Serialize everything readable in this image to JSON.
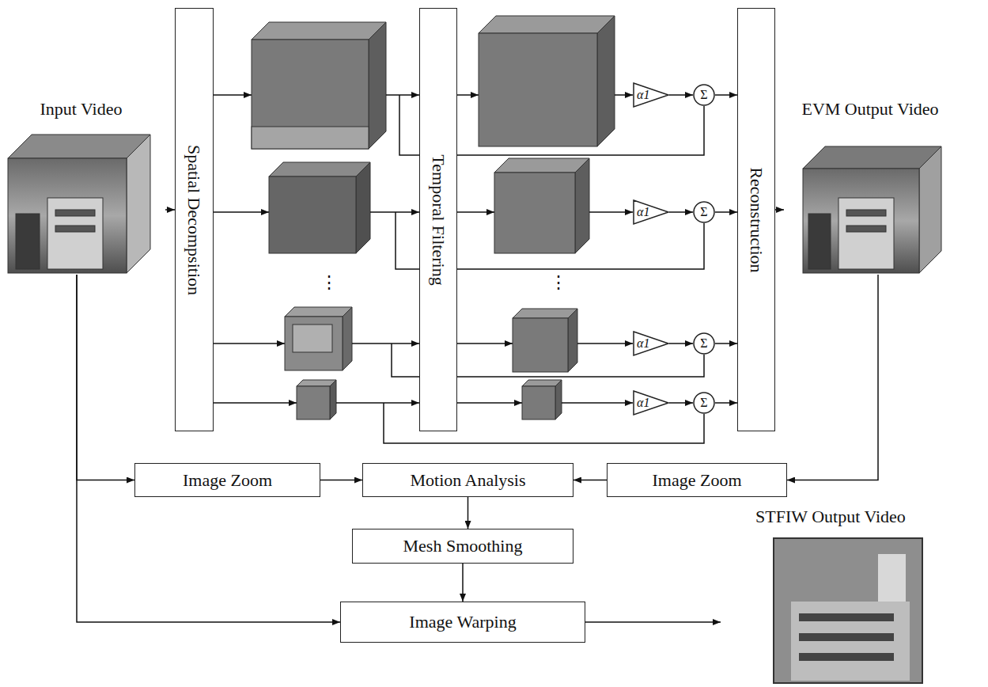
{
  "diagram": {
    "nodes": [
      {
        "text": [
          "Input Video"
        ]
      },
      {
        "text": [
          "Spatial Decompsition"
        ]
      },
      {
        "text": [
          "Temporal Filtering"
        ]
      },
      {
        "text": [
          "α1"
        ]
      },
      {
        "text": [
          "Σ"
        ]
      },
      {
        "text": [
          "α1"
        ]
      },
      {
        "text": [
          "Σ"
        ]
      },
      {
        "text": [
          "α1"
        ]
      },
      {
        "text": [
          "Σ"
        ]
      },
      {
        "text": [
          "α1"
        ]
      },
      {
        "text": [
          "Σ"
        ]
      },
      {
        "text": [
          "Reconstruction"
        ]
      },
      {
        "text": [
          "EVM Output Video"
        ]
      },
      {
        "text": [
          "Image Zoom"
        ]
      },
      {
        "text": [
          "Motion Analysis"
        ]
      },
      {
        "text": [
          "Image Zoom"
        ]
      },
      {
        "text": [
          "Mesh Smoothing"
        ]
      },
      {
        "text": [
          "Image Warping"
        ]
      },
      {
        "text": [
          "STFIW Output Video"
        ]
      }
    ],
    "edges": [
      {
        "from": 0,
        "to": 1,
        "arrow": "to"
      },
      {
        "from": 3,
        "to": 4,
        "arrow": "to"
      },
      {
        "from": 4,
        "to": 11,
        "arrow": "to"
      },
      {
        "from": 5,
        "to": 6,
        "arrow": "to"
      },
      {
        "from": 6,
        "to": 11,
        "arrow": "to"
      },
      {
        "from": 7,
        "to": 8,
        "arrow": "to"
      },
      {
        "from": 8,
        "to": 11,
        "arrow": "to"
      },
      {
        "from": 9,
        "to": 10,
        "arrow": "to"
      },
      {
        "from": 10,
        "to": 11,
        "arrow": "to"
      },
      {
        "from": 11,
        "to": 12,
        "arrow": "to"
      },
      {
        "from": 0,
        "to": 13,
        "arrow": "to"
      },
      {
        "from": 13,
        "to": 14,
        "arrow": "to"
      },
      {
        "from": 12,
        "to": 15,
        "arrow": "to"
      },
      {
        "from": 15,
        "to": 14,
        "arrow": "to"
      },
      {
        "from": 14,
        "to": 16,
        "arrow": "to"
      },
      {
        "from": 16,
        "to": 17,
        "arrow": "to"
      },
      {
        "from": 0,
        "to": 17,
        "arrow": "to"
      },
      {
        "from": 17,
        "to": 18,
        "arrow": "to"
      }
    ],
    "labels": [
      "⋮",
      "⋮"
    ]
  }
}
